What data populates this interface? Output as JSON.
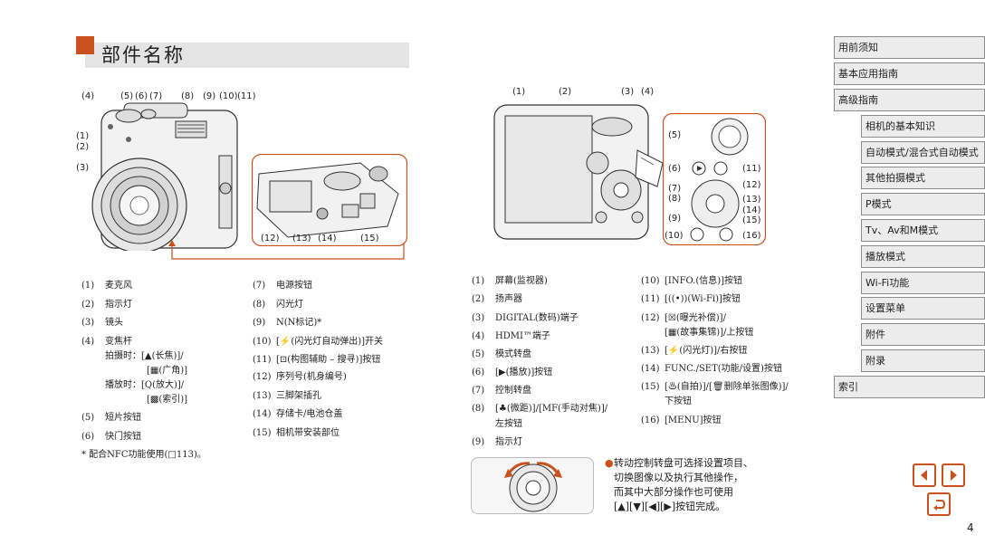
{
  "title": "部件名称",
  "nav": [
    {
      "label": "用前须知",
      "level": "top"
    },
    {
      "label": "基本应用指南",
      "level": "top"
    },
    {
      "label": "高级指南",
      "level": "top"
    },
    {
      "label": "相机的基本知识",
      "level": "sub"
    },
    {
      "label": "自动模式/混合式自动模式",
      "level": "sub"
    },
    {
      "label": "其他拍摄模式",
      "level": "sub"
    },
    {
      "label": "P模式",
      "level": "sub"
    },
    {
      "label": "Tv、Av和M模式",
      "level": "sub"
    },
    {
      "label": "播放模式",
      "level": "sub"
    },
    {
      "label": "Wi-Fi功能",
      "level": "sub"
    },
    {
      "label": "设置菜单",
      "level": "sub"
    },
    {
      "label": "附件",
      "level": "sub"
    },
    {
      "label": "附录",
      "level": "sub"
    },
    {
      "label": "索引",
      "level": "top"
    }
  ],
  "front_callouts": [
    "(4)",
    "(5)",
    "(6)",
    "(7)",
    "(8)",
    "(9)",
    "(10)",
    "(11)",
    "(1)",
    "(2)",
    "(3)",
    "(12)",
    "(13)",
    "(14)",
    "(15)"
  ],
  "back_callouts": [
    "(1)",
    "(2)",
    "(3)",
    "(4)"
  ],
  "dial_callouts": [
    "(5)",
    "(6)",
    "(11)",
    "(7)",
    "(8)",
    "(12)",
    "(13)",
    "(14)",
    "(15)",
    "(9)",
    "(10)",
    "(16)"
  ],
  "left_list_a": [
    {
      "num": "(1)",
      "text": "麦克风"
    },
    {
      "num": "(2)",
      "text": "指示灯"
    },
    {
      "num": "(3)",
      "text": "镜头"
    },
    {
      "num": "(4)",
      "text": "变焦杆"
    },
    {
      "num": "(5)",
      "text": "短片按钮"
    },
    {
      "num": "(6)",
      "text": "快门按钮"
    }
  ],
  "zoom_sub": [
    "拍摄时：[▲(长焦)]/",
    "[▦(广角)]",
    "播放时：[Q(放大)]/",
    "[▩(索引)]"
  ],
  "left_list_b": [
    {
      "num": "(7)",
      "text": "电源按钮"
    },
    {
      "num": "(8)",
      "text": "闪光灯"
    },
    {
      "num": "(9)",
      "text": "N(N标记)*"
    },
    {
      "num": "(10)",
      "text": "[⚡(闪光灯自动弹出)]开关"
    },
    {
      "num": "(11)",
      "text": "[⊡(构图辅助 – 搜寻)]按钮"
    },
    {
      "num": "(12)",
      "text": "序列号(机身编号)"
    },
    {
      "num": "(13)",
      "text": "三脚架插孔"
    },
    {
      "num": "(14)",
      "text": "存储卡/电池仓盖"
    },
    {
      "num": "(15)",
      "text": "相机带安装部位"
    }
  ],
  "note": "* 配合NFC功能使用(□113)。",
  "right_list_a": [
    {
      "num": "(1)",
      "text": "屏幕(监视器)"
    },
    {
      "num": "(2)",
      "text": "扬声器"
    },
    {
      "num": "(3)",
      "text": "DIGITAL(数码)端子"
    },
    {
      "num": "(4)",
      "text": "HDMI™端子"
    },
    {
      "num": "(5)",
      "text": "模式转盘"
    },
    {
      "num": "(6)",
      "text": "[▶(播放)]按钮"
    },
    {
      "num": "(7)",
      "text": "控制转盘"
    },
    {
      "num": "(8)",
      "text": "[♣(微距)]/[MF(手动对焦)]/"
    },
    {
      "num": "(9)",
      "text": "指示灯"
    }
  ],
  "right_a_sub": "左按钮",
  "right_list_b": [
    {
      "num": "(10)",
      "text": "[INFO.(信息)]按钮"
    },
    {
      "num": "(11)",
      "text": "[((•))(Wi-Fi)]按钮"
    },
    {
      "num": "(12)",
      "text": "[☒(曝光补偿)]/"
    },
    {
      "num": "(13)",
      "text": "[⚡(闪光灯)]/右按钮"
    },
    {
      "num": "(14)",
      "text": "FUNC./SET(功能/设置)按钮"
    },
    {
      "num": "(15)",
      "text": "[♨(自拍)]/[🗑删除单张图像)]/"
    },
    {
      "num": "(16)",
      "text": "[MENU]按钮"
    }
  ],
  "right_b_sub12": "[▦(故事集锦)]/上按钮",
  "right_b_sub15": "下按钮",
  "bullet_lines": [
    "转动控制转盘可选择设置项目、",
    "切换图像以及执行其他操作，",
    "而其中大部分操作也可使用",
    "[▲][▼][◀][▶]按钮完成。"
  ],
  "page_number": "4",
  "accent_color": "#c8511e"
}
